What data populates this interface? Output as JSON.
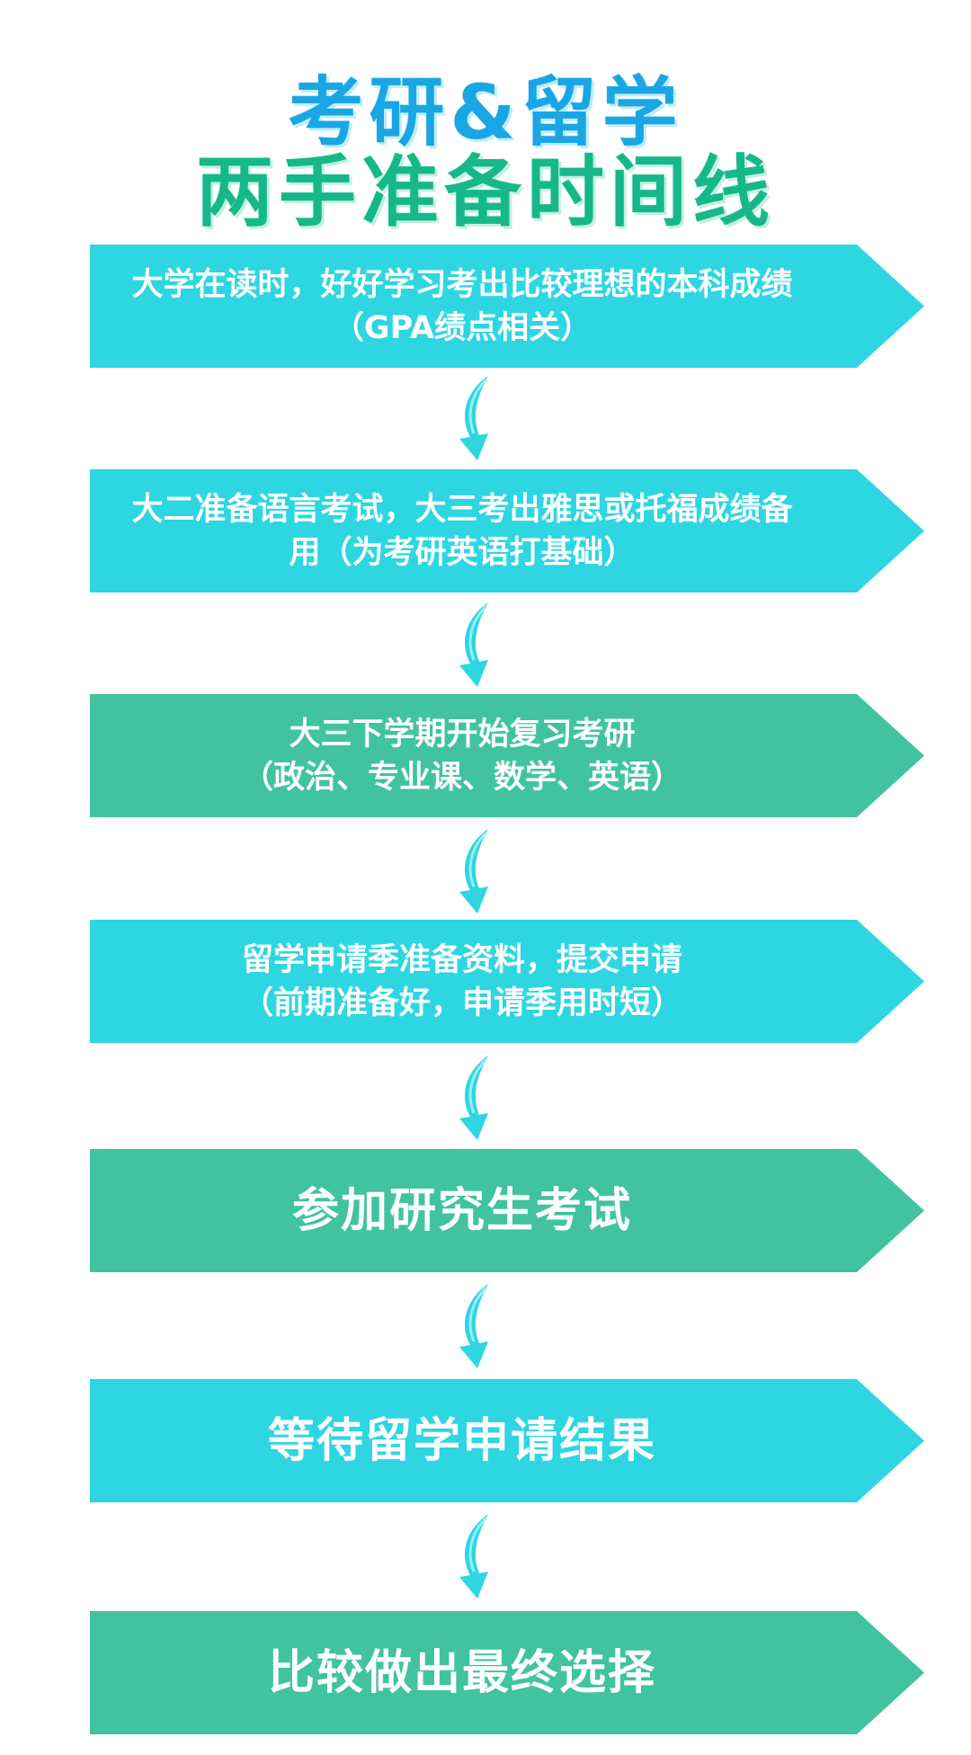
{
  "title": {
    "line1": "考研&留学",
    "line2": "两手准备时间线"
  },
  "steps": [
    {
      "color": "cyan",
      "lines": [
        "大学在读时，好好学习考出比较理想的本科成绩",
        "（GPA绩点相关）"
      ]
    },
    {
      "color": "cyan",
      "lines": [
        "大二准备语言考试，大三考出雅思或托福成绩备",
        "用（为考研英语打基础）"
      ]
    },
    {
      "color": "green",
      "lines": [
        "大三下学期开始复习考研",
        "（政治、专业课、数学、英语）"
      ]
    },
    {
      "color": "cyan",
      "lines": [
        "留学申请季准备资料，提交申请",
        "（前期准备好，申请季用时短）"
      ]
    },
    {
      "color": "green",
      "lines": [
        "参加研究生考试"
      ]
    },
    {
      "color": "cyan",
      "lines": [
        "等待留学申请结果"
      ]
    },
    {
      "color": "green",
      "lines": [
        "比较做出最终选择"
      ]
    }
  ],
  "colors": {
    "cyan": "#2ed6e2",
    "green": "#41c39f",
    "title_blue": "#1aa6e4",
    "title_green": "#16b889",
    "arrow": "#2ed6e2"
  },
  "icons": {
    "connector": "curved-down-arrow-icon"
  }
}
